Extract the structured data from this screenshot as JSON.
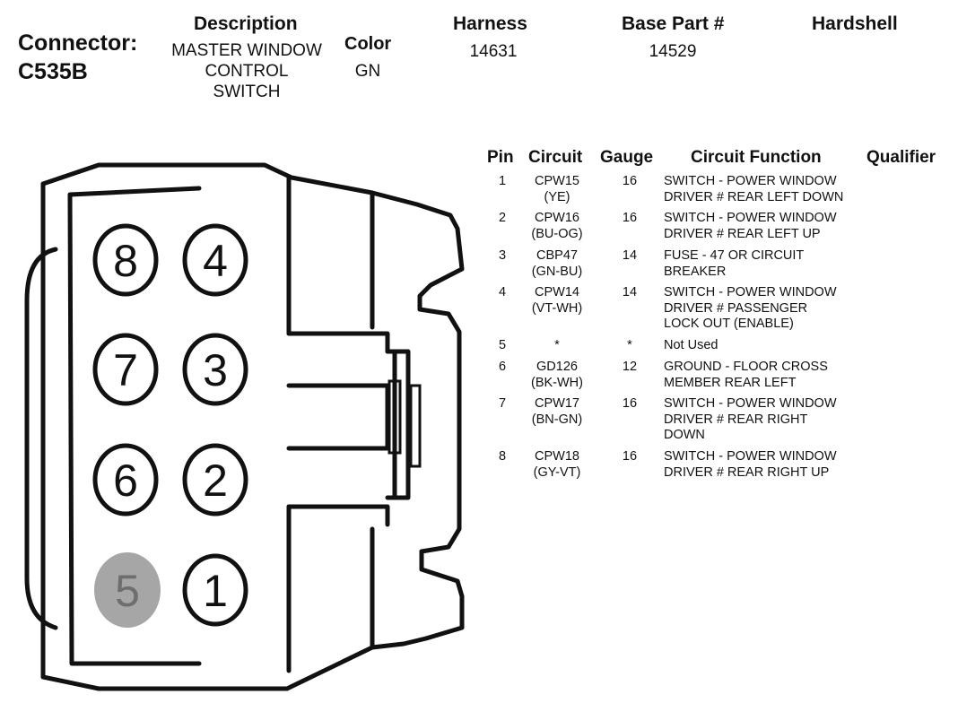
{
  "connector": {
    "label": "Connector:",
    "id": "C535B"
  },
  "header": {
    "description_label": "Description",
    "description_lines": [
      "MASTER WINDOW",
      "CONTROL",
      "SWITCH"
    ],
    "color_label": "Color",
    "color_value": "GN",
    "harness_label": "Harness",
    "harness_value": "14631",
    "base_part_label": "Base Part #",
    "base_part_value": "14529",
    "hardshell_label": "Hardshell",
    "hardshell_value": ""
  },
  "table": {
    "columns": {
      "pin": "Pin",
      "circuit": "Circuit",
      "gauge": "Gauge",
      "function": "Circuit Function",
      "qualifier": "Qualifier"
    },
    "rows": [
      {
        "pin": "1",
        "circuit": [
          "CPW15",
          "(YE)"
        ],
        "gauge": "16",
        "function": [
          "SWITCH - POWER WINDOW",
          "DRIVER # REAR LEFT DOWN"
        ],
        "qualifier": ""
      },
      {
        "pin": "2",
        "circuit": [
          "CPW16",
          "(BU-OG)"
        ],
        "gauge": "16",
        "function": [
          "SWITCH - POWER WINDOW",
          "DRIVER # REAR LEFT UP"
        ],
        "qualifier": ""
      },
      {
        "pin": "3",
        "circuit": [
          "CBP47",
          "(GN-BU)"
        ],
        "gauge": "14",
        "function": [
          "FUSE - 47 OR CIRCUIT",
          "BREAKER"
        ],
        "qualifier": ""
      },
      {
        "pin": "4",
        "circuit": [
          "CPW14",
          "(VT-WH)"
        ],
        "gauge": "14",
        "function": [
          "SWITCH - POWER WINDOW",
          "DRIVER # PASSENGER",
          "LOCK OUT (ENABLE)"
        ],
        "qualifier": ""
      },
      {
        "pin": "5",
        "circuit": [
          "*"
        ],
        "gauge": "*",
        "function": [
          "Not Used"
        ],
        "qualifier": ""
      },
      {
        "pin": "6",
        "circuit": [
          "GD126",
          "(BK-WH)"
        ],
        "gauge": "12",
        "function": [
          "GROUND - FLOOR CROSS",
          "MEMBER REAR LEFT"
        ],
        "qualifier": ""
      },
      {
        "pin": "7",
        "circuit": [
          "CPW17",
          "(BN-GN)"
        ],
        "gauge": "16",
        "function": [
          "SWITCH - POWER WINDOW",
          "DRIVER # REAR RIGHT",
          "DOWN"
        ],
        "qualifier": ""
      },
      {
        "pin": "8",
        "circuit": [
          "CPW18",
          "(GY-VT)"
        ],
        "gauge": "16",
        "function": [
          "SWITCH - POWER WINDOW",
          "DRIVER # REAR RIGHT UP"
        ],
        "qualifier": ""
      }
    ]
  },
  "connector_pins": [
    {
      "number": "8",
      "used": true
    },
    {
      "number": "4",
      "used": true
    },
    {
      "number": "7",
      "used": true
    },
    {
      "number": "3",
      "used": true
    },
    {
      "number": "6",
      "used": true
    },
    {
      "number": "2",
      "used": true
    },
    {
      "number": "5",
      "used": false
    },
    {
      "number": "1",
      "used": true
    }
  ],
  "colors": {
    "outline": "#111111",
    "unused_pin_fill": "#a6a6a6",
    "unused_pin_text": "#6e6e6e",
    "background": "#ffffff"
  }
}
